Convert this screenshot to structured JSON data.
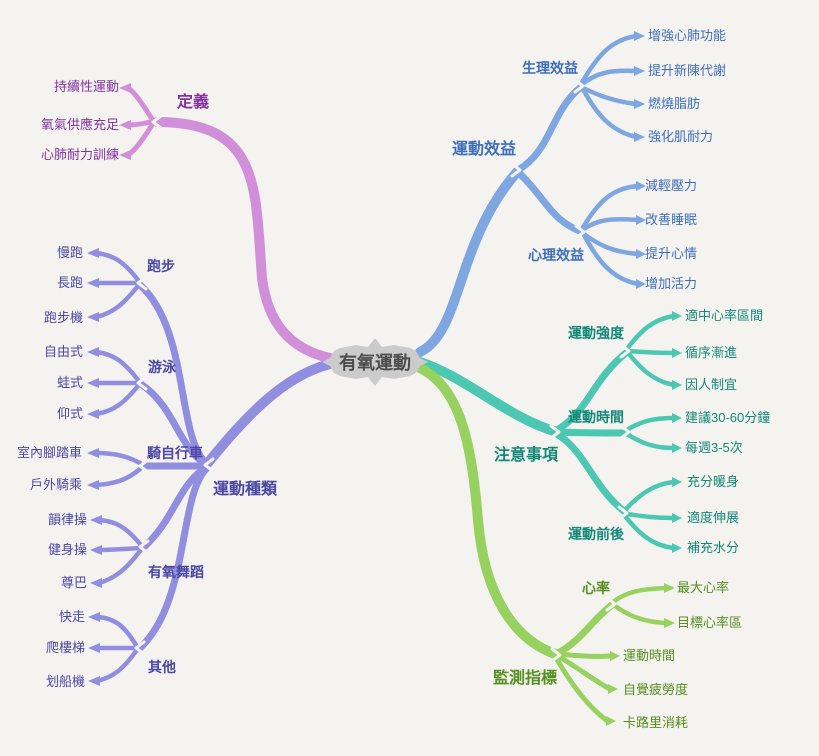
{
  "canvas": {
    "background": "#f4f3ef"
  },
  "center": {
    "label": "有氧運動",
    "fill": "#cbcbcb",
    "border": "#b9b9b9",
    "text_color": "#4c4c4c"
  },
  "branches": [
    {
      "label": "定義",
      "branch_color": "#d18fd9",
      "text_color": "#8333a0",
      "children": [
        {
          "label": "持續性運動"
        },
        {
          "label": "氧氣供應充足"
        },
        {
          "label": "心肺耐力訓練"
        }
      ]
    },
    {
      "label": "運動效益",
      "branch_color": "#7ea6e0",
      "text_color": "#3f6eba",
      "children": [
        {
          "label": "生理效益",
          "children": [
            {
              "label": "增強心肺功能"
            },
            {
              "label": "提升新陳代謝"
            },
            {
              "label": "燃燒脂肪"
            },
            {
              "label": "強化肌耐力"
            }
          ]
        },
        {
          "label": "心理效益",
          "children": [
            {
              "label": "減輕壓力"
            },
            {
              "label": "改善睡眠"
            },
            {
              "label": "提升心情"
            },
            {
              "label": "增加活力"
            }
          ]
        }
      ]
    },
    {
      "label": "運動種類",
      "branch_color": "#918ddf",
      "text_color": "#4b47a5",
      "children": [
        {
          "label": "跑步",
          "children": [
            {
              "label": "慢跑"
            },
            {
              "label": "長跑"
            },
            {
              "label": "跑步機"
            }
          ]
        },
        {
          "label": "游泳",
          "children": [
            {
              "label": "自由式"
            },
            {
              "label": "蛙式"
            },
            {
              "label": "仰式"
            }
          ]
        },
        {
          "label": "騎自行車",
          "children": [
            {
              "label": "室內腳踏車"
            },
            {
              "label": "戶外騎乘"
            }
          ]
        },
        {
          "label": "有氧舞蹈",
          "children": [
            {
              "label": "韻律操"
            },
            {
              "label": "健身操"
            },
            {
              "label": "尊巴"
            }
          ]
        },
        {
          "label": "其他",
          "children": [
            {
              "label": "快走"
            },
            {
              "label": "爬樓梯"
            },
            {
              "label": "划船機"
            }
          ]
        }
      ]
    },
    {
      "label": "注意事項",
      "branch_color": "#4cc8b2",
      "text_color": "#14897a",
      "children": [
        {
          "label": "運動強度",
          "children": [
            {
              "label": "適中心率區間"
            },
            {
              "label": "循序漸進"
            },
            {
              "label": "因人制宜"
            }
          ]
        },
        {
          "label": "運動時間",
          "children": [
            {
              "label": "建議30-60分鐘"
            },
            {
              "label": "每週3-5次"
            }
          ]
        },
        {
          "label": "運動前後",
          "children": [
            {
              "label": "充分暖身"
            },
            {
              "label": "適度伸展"
            },
            {
              "label": "補充水分"
            }
          ]
        }
      ]
    },
    {
      "label": "監測指標",
      "branch_color": "#97d15f",
      "text_color": "#568f22",
      "children": [
        {
          "label": "心率",
          "children": [
            {
              "label": "最大心率"
            },
            {
              "label": "目標心率區"
            }
          ]
        },
        {
          "label": "運動時間"
        },
        {
          "label": "自覺疲勞度"
        },
        {
          "label": "卡路里消耗"
        }
      ]
    }
  ]
}
